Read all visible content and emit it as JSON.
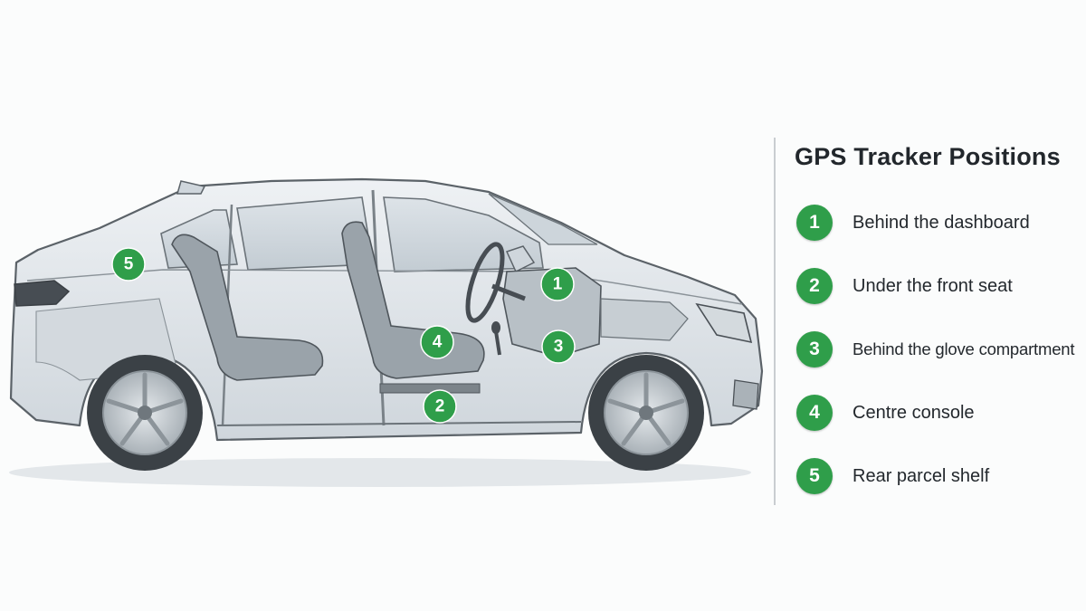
{
  "panel": {
    "title": "GPS Tracker Positions",
    "items": [
      {
        "number": "1",
        "label": "Behind the dashboard"
      },
      {
        "number": "2",
        "label": "Under the front seat"
      },
      {
        "number": "3",
        "label": "Behind the glove compartment"
      },
      {
        "number": "4",
        "label": "Centre console"
      },
      {
        "number": "5",
        "label": "Rear parcel shelf"
      }
    ]
  },
  "markers": [
    {
      "number": "1",
      "location": "dashboard"
    },
    {
      "number": "2",
      "location": "under-front-seat"
    },
    {
      "number": "3",
      "location": "glove-compartment"
    },
    {
      "number": "4",
      "location": "centre-console"
    },
    {
      "number": "5",
      "location": "rear-parcel-shelf"
    }
  ],
  "colors": {
    "marker_green": "#2f9e4a",
    "car_body": "#dfe4e8",
    "car_outline": "#5b6268",
    "tyre": "#3b4146",
    "rim": "#c6ccd1"
  }
}
